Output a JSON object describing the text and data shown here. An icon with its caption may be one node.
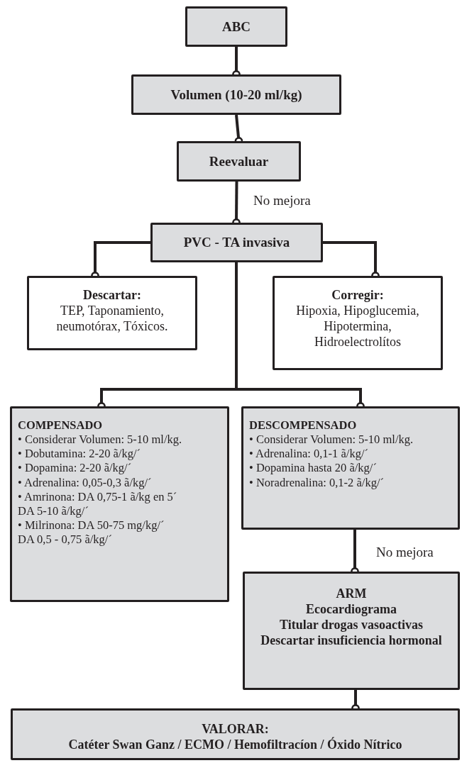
{
  "diagram": {
    "nodes": [
      {
        "text": [
          "ABC"
        ]
      },
      {
        "text": [
          "Volumen (10-20 ml/kg)"
        ]
      },
      {
        "text": [
          "Reevaluar"
        ]
      },
      {
        "text": [
          "PVC - TA invasiva"
        ]
      },
      {
        "text": [
          "Descartar:",
          "TEP, Taponamiento, neumotórax, Tóxicos."
        ]
      },
      {
        "text": [
          "Corregir:",
          "Hipoxia, Hipoglucemia, Hipotermina, Hidroelectrolítos"
        ]
      },
      {
        "text": [
          "COMPENSADO",
          "• Considerar Volumen: 5-10 ml/kg.",
          "• Dobutamina: 2-20 ã/kg/´",
          "• Dopamina: 2-20 ã/kg/´",
          "• Adrenalina: 0,05-0,3 ã/kg/´",
          "• Amrinona: DA 0,75-1 ã/kg en 5´",
          "DA 5-10 ã/kg/´",
          "• Milrinona: DA 50-75 mg/kg/´",
          "DA 0,5 - 0,75 ã/kg/´"
        ]
      },
      {
        "text": [
          "DESCOMPENSADO",
          "• Considerar Volumen: 5-10 ml/kg.",
          "• Adrenalina: 0,1-1 ã/kg/´",
          "• Dopamina hasta 20 ã/kg/´",
          "• Noradrenalina: 0,1-2  ã/kg/´"
        ]
      },
      {
        "text": [
          "ARM",
          "Ecocardiograma",
          "Titular drogas vasoactivas",
          "Descartar insuficiencia hormonal"
        ]
      },
      {
        "text": [
          "VALORAR:",
          "Catéter Swan Ganz / ECMO / Hemofiltracíon / Óxido Nítrico"
        ]
      }
    ],
    "edges": [
      {
        "from": 0,
        "to": 1,
        "arrow": "other"
      },
      {
        "from": 1,
        "to": 2,
        "arrow": "other"
      },
      {
        "from": 2,
        "to": 3,
        "arrow": "other",
        "label": "No mejora"
      },
      {
        "from": 3,
        "to": 4,
        "arrow": "other"
      },
      {
        "from": 3,
        "to": 5,
        "arrow": "other"
      },
      {
        "from": 3,
        "to": 6,
        "arrow": "other"
      },
      {
        "from": 3,
        "to": 7,
        "arrow": "other"
      },
      {
        "from": 7,
        "to": 8,
        "arrow": "other",
        "label": "No mejora"
      },
      {
        "from": 8,
        "to": 9,
        "arrow": "other"
      }
    ]
  }
}
